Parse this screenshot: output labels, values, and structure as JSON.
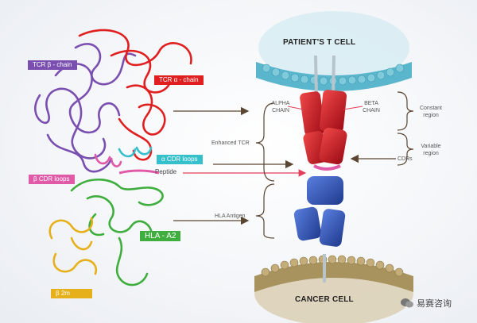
{
  "labels": {
    "patient_t_cell": "PATIENT'S T CELL",
    "cancer_cell": "CANCER CELL",
    "tcr_beta": "TCR β - chain",
    "tcr_alpha": "TCR α - chain",
    "alpha_cdr": "α CDR loops",
    "beta_cdr": "β CDR loops",
    "peptide": "Peptide",
    "hla_a2": "HLA - A2",
    "b2m": "β 2m",
    "enhanced_tcr": "Enhanced TCR",
    "hla_antigen": "HLA Antigen",
    "alpha_chain_1": "ALPHA",
    "alpha_chain_2": "CHAIN",
    "beta_chain_1": "BETA",
    "beta_chain_2": "CHAIN",
    "constant_1": "Constant",
    "constant_2": "region",
    "variable_1": "Variable",
    "variable_2": "region",
    "cdrs": "CDRs",
    "watermark": "易赛咨询"
  },
  "colors": {
    "tcr_beta": "#7a4fb0",
    "tcr_alpha": "#e02020",
    "alpha_cdr": "#35c0cc",
    "beta_cdr": "#e05aa8",
    "hla_a2": "#3fae3f",
    "b2m": "#e6b01a",
    "tcr_block": "#c8101e",
    "hla_block": "#2f52b0",
    "t_cell_membrane": "#5ab6cc",
    "cancer_membrane": "#a8925e",
    "arrow": "#5b4632"
  }
}
